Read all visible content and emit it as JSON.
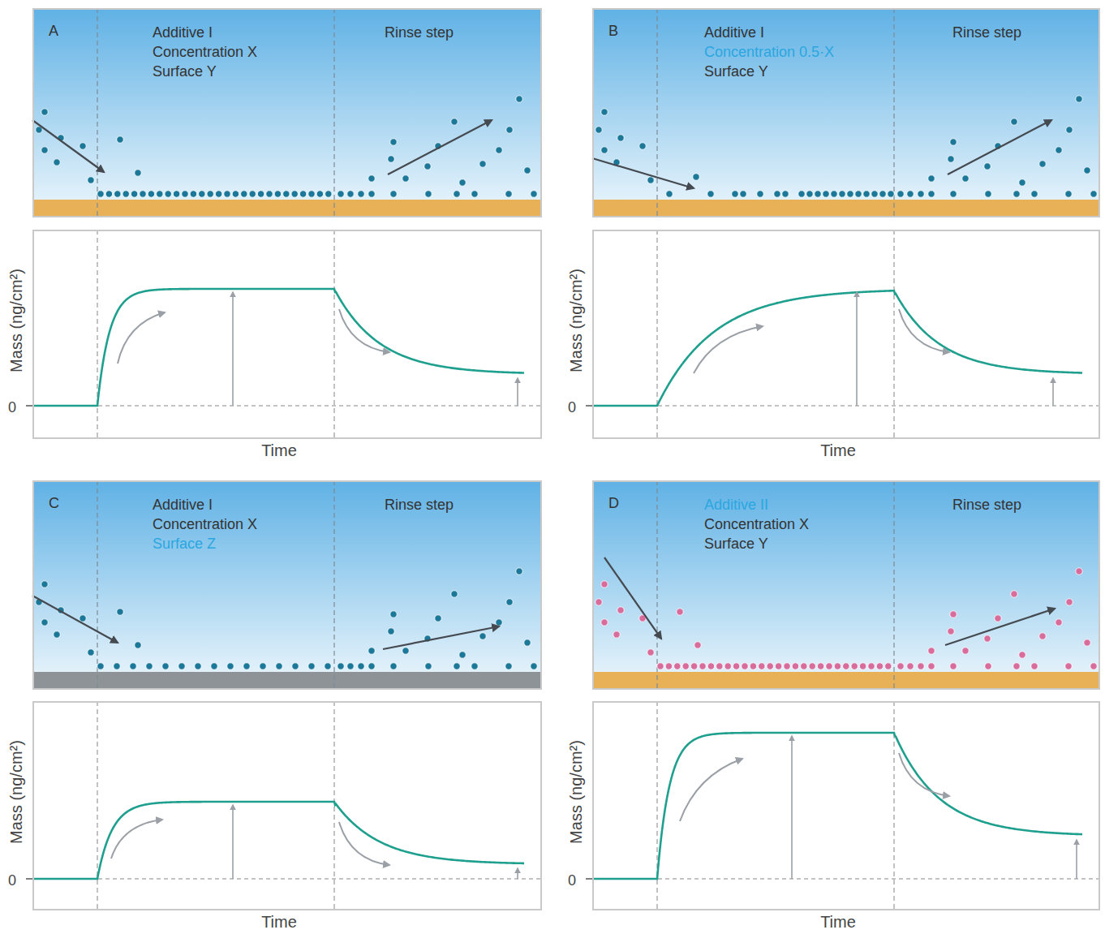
{
  "diagram": {
    "nodes": [
      {
        "text": [
          "A",
          "Additive I",
          "Concentration X",
          "Surface Y",
          "Rinse step"
        ]
      },
      {
        "text": [
          "B",
          "Additive I",
          "Concentration 0.5·X",
          "Surface Y",
          "Rinse step"
        ]
      },
      {
        "text": [
          "Mass (ng/cm²)",
          "0",
          "Time"
        ]
      },
      {
        "text": [
          "Mass (ng/cm²)",
          "0",
          "Time"
        ]
      },
      {
        "text": [
          "C",
          "Additive I",
          "Concentration X",
          "Surface Z",
          "Rinse step"
        ]
      },
      {
        "text": [
          "D",
          "Additive II",
          "Concentration X",
          "Surface Y",
          "Rinse step"
        ]
      },
      {
        "text": [
          "Mass (ng/cm²)",
          "0",
          "Time"
        ]
      },
      {
        "text": [
          "Mass (ng/cm²)",
          "0",
          "Time"
        ]
      }
    ]
  }
}
